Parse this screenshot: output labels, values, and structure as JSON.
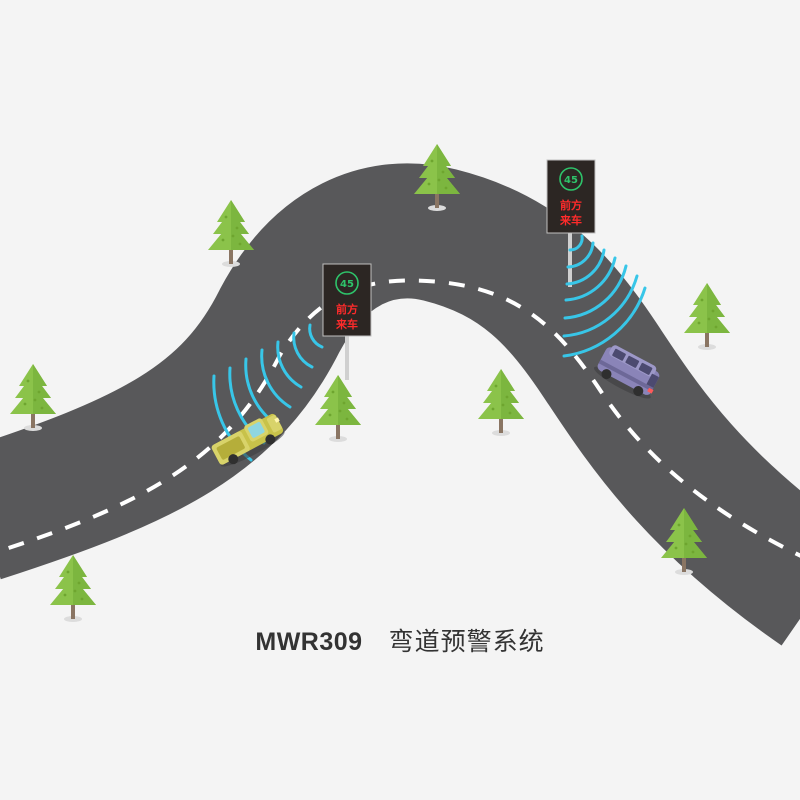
{
  "caption": {
    "model": "MWR309",
    "title": "弯道预警系统"
  },
  "signs": [
    {
      "speed": "45",
      "line1": "前方",
      "line2": "来车"
    },
    {
      "speed": "45",
      "line1": "前方",
      "line2": "来车"
    }
  ],
  "colors": {
    "background": "#f4f4f4",
    "road": "#58585a",
    "lane_marking": "#ffffff",
    "tree": "#8bc34a",
    "tree_dark": "#6ea52f",
    "trunk": "#8a7563",
    "radar_wave": "#38c6e8",
    "sign_panel": "#2c2623",
    "sign_speed": "#2ec36a",
    "sign_text": "#ff2b2b",
    "car_left": "#c8c24a",
    "car_right": "#8a84b8"
  },
  "icons": {
    "tree": "pine-tree-icon",
    "sign": "led-warning-sign-icon",
    "radar": "radar-wave-icon",
    "car_left": "yellow-pickup-truck-icon",
    "car_right": "purple-van-icon"
  }
}
